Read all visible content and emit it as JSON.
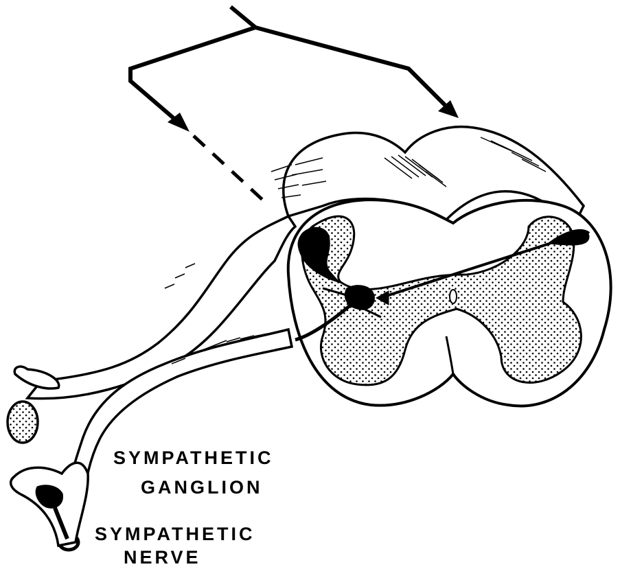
{
  "labels": {
    "ganglion_line1": "SYMPATHETIC",
    "ganglion_line2": "GANGLION",
    "nerve_line1": "SYMPATHETIC",
    "nerve_line2": "NERVE"
  },
  "colors": {
    "ink": "#000000",
    "paper": "#ffffff"
  }
}
